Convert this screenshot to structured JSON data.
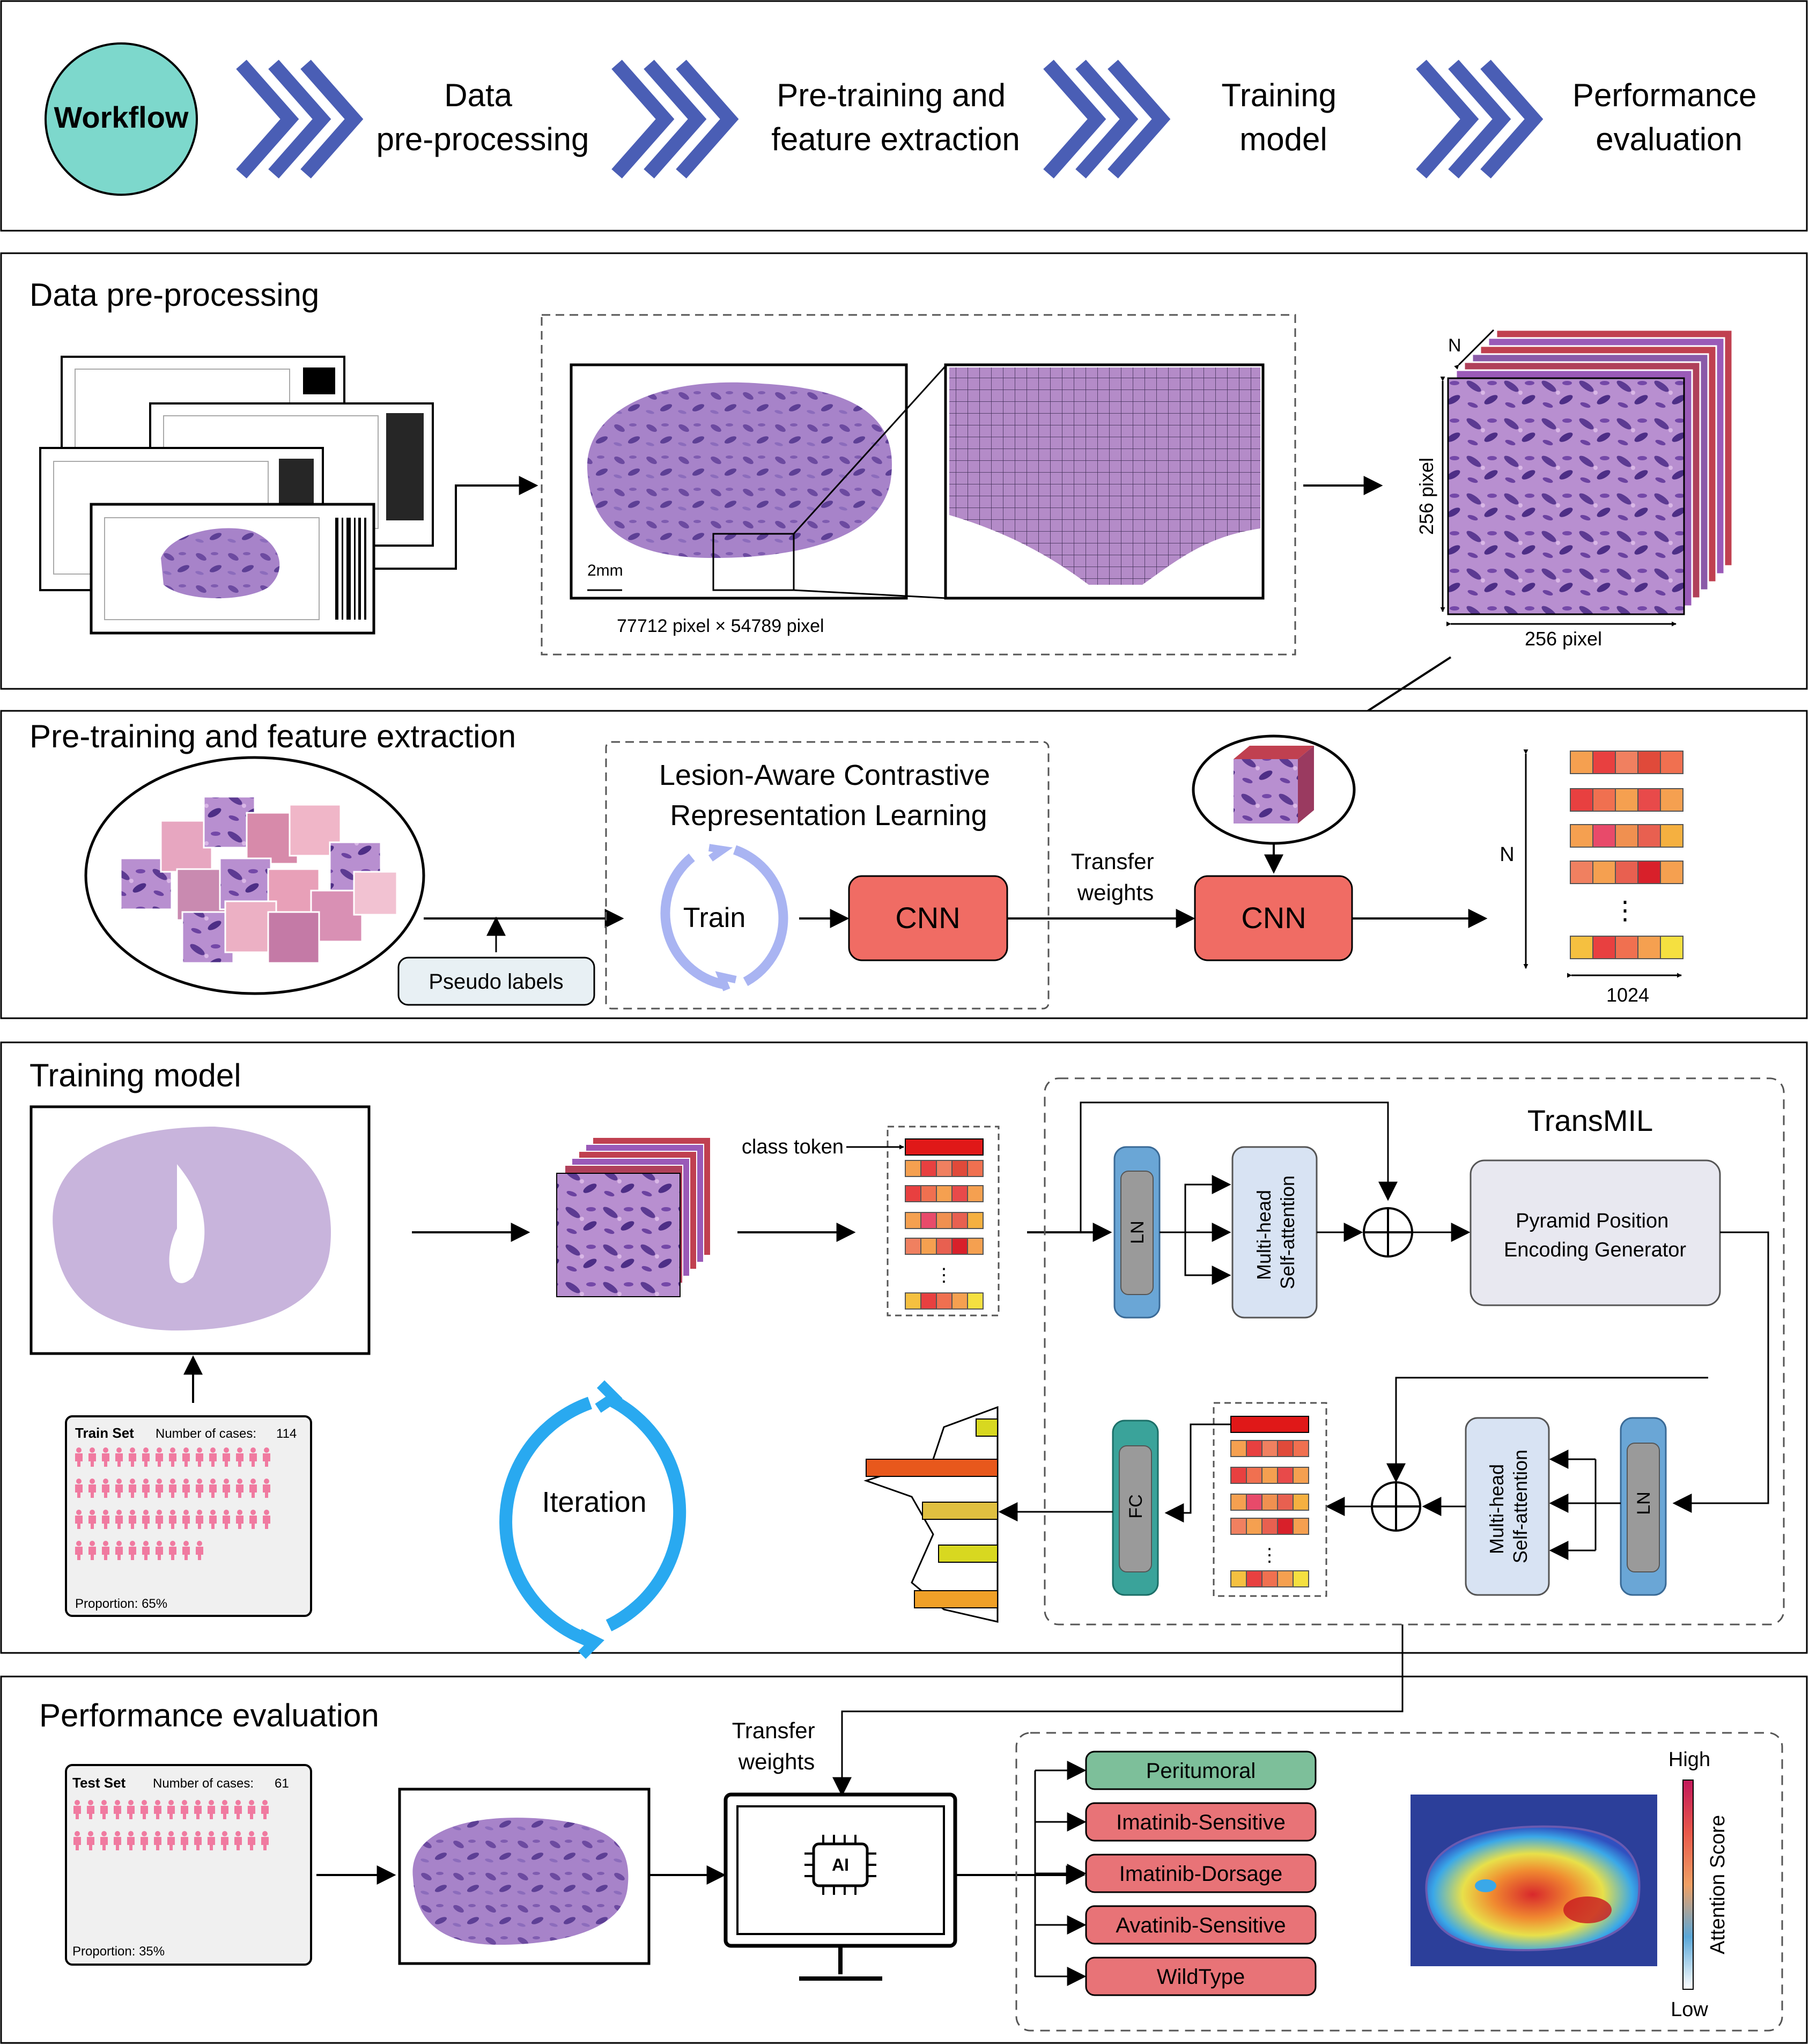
{
  "workflow": {
    "badge": "Workflow",
    "steps": [
      {
        "line1": "Data",
        "line2": "pre-processing"
      },
      {
        "line1": "Pre-training and",
        "line2": "feature extraction"
      },
      {
        "line1": "Training",
        "line2": "model"
      },
      {
        "line1": "Performance",
        "line2": "evaluation"
      }
    ]
  },
  "preprocessing": {
    "title": "Data pre-processing",
    "scale_bar": "2mm",
    "wsi_size": "77712 pixel × 54789 pixel",
    "patch_height": "256 pixel",
    "patch_width": "256 pixel",
    "stack_count": "N"
  },
  "pretraining": {
    "title": "Pre-training and feature extraction",
    "method_line1": "Lesion-Aware Contrastive",
    "method_line2": "Representation Learning",
    "pseudo_labels": "Pseudo labels",
    "train": "Train",
    "cnn_label": "CNN",
    "transfer_line1": "Transfer",
    "transfer_line2": "weights",
    "feature_count": "N",
    "feature_dim": "1024",
    "ellipsis": "⋮"
  },
  "training": {
    "title": "Training model",
    "class_token": "class token",
    "transmil": "TransMIL",
    "ln": "LN",
    "mhsa_line1": "Multi-head",
    "mhsa_line2": "Self-attention",
    "ppeg_line1": "Pyramid Position",
    "ppeg_line2": "Encoding Generator",
    "fc": "FC",
    "iteration": "Iteration",
    "train_set": {
      "title": "Train Set",
      "cases_label": "Number of cases:",
      "cases": "114",
      "proportion": "Proportion:  65%",
      "icons": 55
    },
    "ellipsis": "⋮"
  },
  "evaluation": {
    "title": "Performance evaluation",
    "transfer_line1": "Transfer",
    "transfer_line2": "weights",
    "ai_chip": "AI",
    "test_set": {
      "title": "Test Set",
      "cases_label": "Number of cases:",
      "cases": "61",
      "proportion": "Proportion:  35%",
      "icons": 30
    },
    "outputs": [
      {
        "label": "Peritumoral",
        "color": "#7dbf9a"
      },
      {
        "label": "Imatinib-Sensitive",
        "color": "#e87377"
      },
      {
        "label": "Imatinib-Dorsage",
        "color": "#e87377"
      },
      {
        "label": "Avatinib-Sensitive",
        "color": "#e87377"
      },
      {
        "label": "WildType",
        "color": "#e87377"
      }
    ],
    "colorbar_high": "High",
    "colorbar_low": "Low",
    "colorbar_title": "Attention Score"
  },
  "colors": {
    "chevron": "#4a5eb5",
    "badge_fill": "#7dd8cc",
    "cnn": "#f06c64",
    "ln_fill": "#6aa6d6",
    "fc_fill": "#3aa39a",
    "mhsa_fill": "#d8e3f3",
    "iteration": "#29a9f0",
    "person_icon": "#f07aa0"
  }
}
